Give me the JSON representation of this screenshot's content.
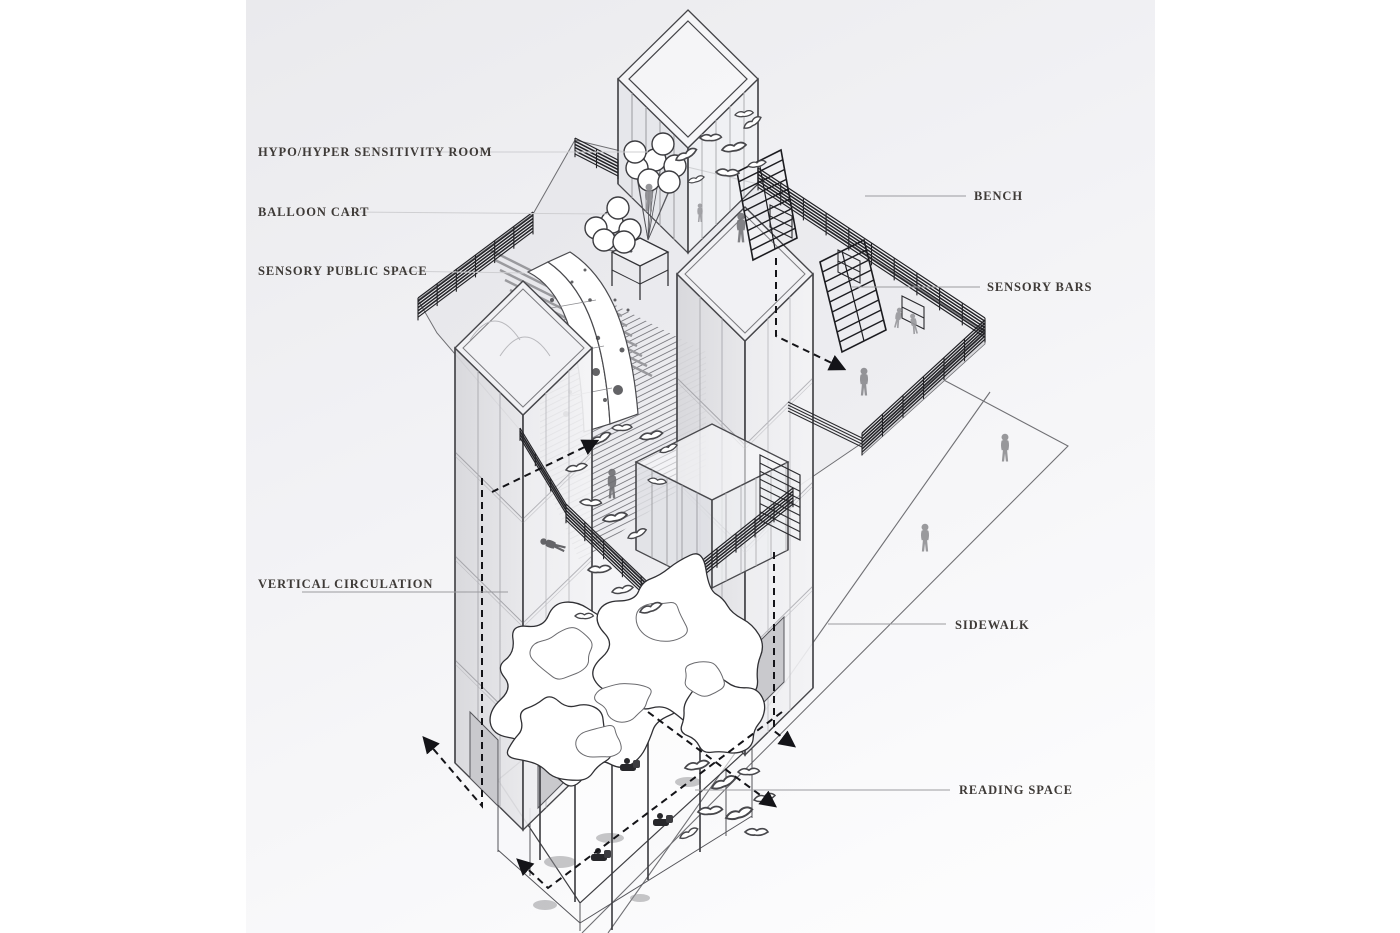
{
  "diagram": {
    "type": "architectural-axonometric",
    "labels": {
      "left": [
        "HYPO/HYPER SENSITIVITY ROOM",
        "BALLOON CART",
        "SENSORY PUBLIC SPACE",
        "VERTICAL CIRCULATION"
      ],
      "right": [
        "BENCH",
        "SENSORY BARS",
        "SIDEWALK",
        "READING SPACE"
      ]
    },
    "colors": {
      "ink": "#46464a",
      "label_text": "#3e3a37",
      "leader_right": "#9b9b9f",
      "leader_left": "#cfcfd2",
      "panel_background": "#f1f1f4",
      "railing": "#232327",
      "arrow": "#141418"
    }
  }
}
